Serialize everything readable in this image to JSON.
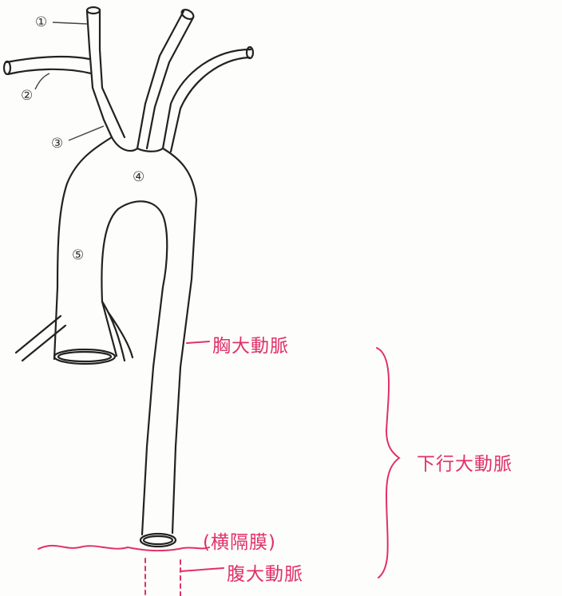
{
  "markers": {
    "m1": "①",
    "m2": "②",
    "m3": "③",
    "m4": "④",
    "m5": "⑤"
  },
  "annotations": {
    "thoracic_aorta": "胸大動脈",
    "descending_aorta": "下行大動脈",
    "diaphragm": "(横隔膜)",
    "abdominal_aorta": "腹大動脈"
  },
  "colors": {
    "ink": "#222222",
    "annotation": "#e0306a",
    "paper": "#fdfdfb"
  }
}
